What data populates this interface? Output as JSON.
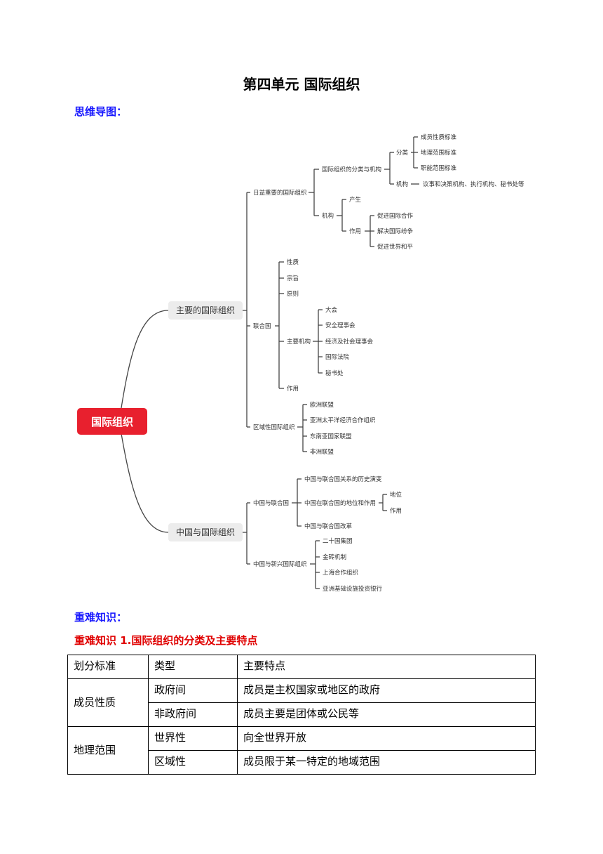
{
  "title": "第四单元 国际组织",
  "mindmap_heading": "思维导图：",
  "mindmap": {
    "root": "国际组织",
    "b1": "主要的国际组织",
    "b2": "中国与国际组织",
    "b1a": "日益重要的国际组织",
    "b1a1": "国际组织的分类与机构",
    "b1a1a": "分类",
    "b1a1a_items": [
      "成员性质标准",
      "地理范围标准",
      "职能范围标准"
    ],
    "b1a1b": "机构",
    "b1a1b_item": "议事和决策机构、执行机构、秘书处等",
    "b1a2": "机构",
    "b1a2a": "产生",
    "b1a2b": "作用",
    "b1a2b_items": [
      "促进国际合作",
      "解决国际纷争",
      "促进世界和平"
    ],
    "b1b": "联合国",
    "b1b_top": [
      "性质",
      "宗旨",
      "原则"
    ],
    "b1b_main": "主要机构",
    "b1b_main_items": [
      "大会",
      "安全理事会",
      "经济及社会理事会",
      "国际法院",
      "秘书处"
    ],
    "b1b_role": "作用",
    "b1c": "区域性国际组织",
    "b1c_items": [
      "欧洲联盟",
      "亚洲太平洋经济合作组织",
      "东南亚国家联盟",
      "非洲联盟"
    ],
    "b2a": "中国与联合国",
    "b2a_items": [
      "中国与联合国关系的历史演变",
      "中国在联合国的地位和作用",
      "中国与联合国改革"
    ],
    "b2a_sub": [
      "地位",
      "作用"
    ],
    "b2b": "中国与新兴国际组织",
    "b2b_items": [
      "二十国集团",
      "金砖机制",
      "上海合作组织",
      "亚洲基础设施投资银行"
    ]
  },
  "key_heading": "重难知识：",
  "key1_heading": "重难知识 1.国际组织的分类及主要特点",
  "table": {
    "headers": [
      "划分标准",
      "类型",
      "主要特点"
    ],
    "groups": [
      {
        "standard": "成员性质",
        "rows": [
          {
            "type": "政府间",
            "feature": "成员是主权国家或地区的政府"
          },
          {
            "type": "非政府间",
            "feature": "成员主要是团体或公民等"
          }
        ]
      },
      {
        "standard": "地理范围",
        "rows": [
          {
            "type": "世界性",
            "feature": "向全世界开放"
          },
          {
            "type": "区域性",
            "feature": "成员限于某一特定的地域范围"
          }
        ]
      }
    ]
  },
  "colors": {
    "root": "#e8202e",
    "heading_blue": "#1a1aff",
    "heading_red": "#e00000",
    "branch_bg": "#ececec",
    "line": "#444444"
  }
}
